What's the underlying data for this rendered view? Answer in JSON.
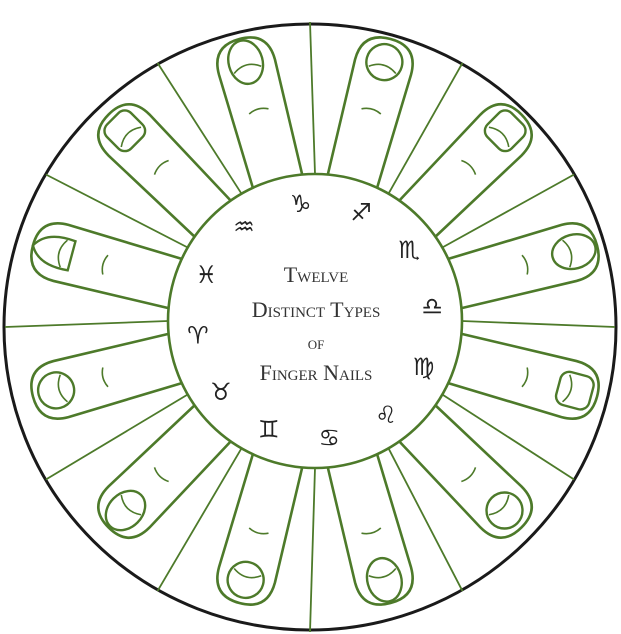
{
  "title": {
    "lines": [
      "Twelve",
      "Distinct Types",
      "of",
      "Finger Nails"
    ]
  },
  "zodiac_signs": [
    {
      "name": "capricorn",
      "glyph": "♑"
    },
    {
      "name": "sagittarius",
      "glyph": "♐"
    },
    {
      "name": "scorpio",
      "glyph": "♏"
    },
    {
      "name": "libra",
      "glyph": "♎"
    },
    {
      "name": "virgo",
      "glyph": "♍"
    },
    {
      "name": "leo",
      "glyph": "♌"
    },
    {
      "name": "cancer",
      "glyph": "♋"
    },
    {
      "name": "gemini",
      "glyph": "♊"
    },
    {
      "name": "taurus",
      "glyph": "♉"
    },
    {
      "name": "aries",
      "glyph": "♈"
    },
    {
      "name": "pisces",
      "glyph": "♓"
    },
    {
      "name": "aquarius",
      "glyph": "♒"
    }
  ],
  "fingers": [
    {
      "name": "finger-1",
      "nail": "round"
    },
    {
      "name": "finger-2",
      "nail": "square"
    },
    {
      "name": "finger-3",
      "nail": "oval"
    },
    {
      "name": "finger-4",
      "nail": "square"
    },
    {
      "name": "finger-5",
      "nail": "round"
    },
    {
      "name": "finger-6",
      "nail": "oval"
    },
    {
      "name": "finger-7",
      "nail": "round"
    },
    {
      "name": "finger-8",
      "nail": "oval"
    },
    {
      "name": "finger-9",
      "nail": "round"
    },
    {
      "name": "finger-10",
      "nail": "almond"
    },
    {
      "name": "finger-11",
      "nail": "square"
    },
    {
      "name": "finger-12",
      "nail": "oval"
    }
  ],
  "colors": {
    "line_green": "#4d7a2a",
    "outer_ring": "#1a1a1a",
    "text": "#333333"
  }
}
